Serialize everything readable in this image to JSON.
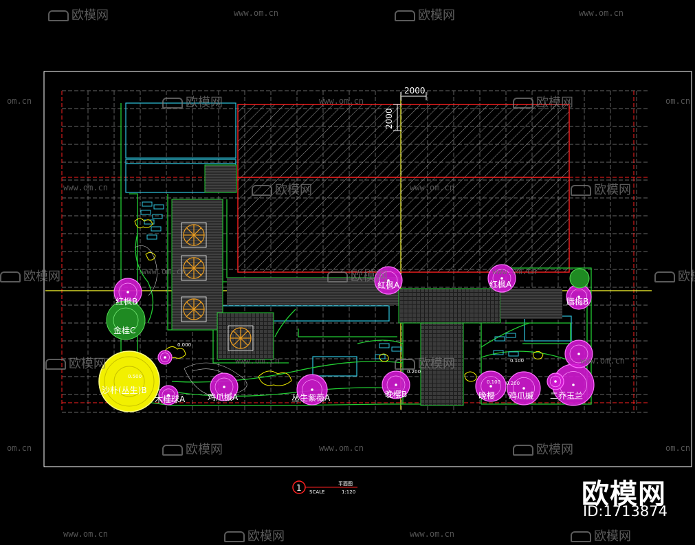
{
  "watermark": {
    "brand": "欧模网",
    "url": "www.om.cn",
    "url_short": "om.cn"
  },
  "brand_corner": {
    "name": "欧模网",
    "id": "ID:1713874"
  },
  "dimensions": {
    "horizontal": "2000",
    "vertical": "2000"
  },
  "elevations": [
    "0.000",
    "0.100",
    "0.100",
    "0.200",
    "0.200",
    "0.500"
  ],
  "plants": [
    {
      "key": "hongfeng_b",
      "label": "红枫B"
    },
    {
      "key": "jingui_c",
      "label": "金桂C"
    },
    {
      "key": "zaopu",
      "label": "沙朴(丛生)B"
    },
    {
      "key": "mujin",
      "label": "木槿球A"
    },
    {
      "key": "jizhuaqi_a",
      "label": "鸡爪槭A"
    },
    {
      "key": "congsheng",
      "label": "丛生紫薇A"
    },
    {
      "key": "wanying_b",
      "label": "晚樱B"
    },
    {
      "key": "hongfeng_a1",
      "label": "红枫A"
    },
    {
      "key": "hongfeng_a2",
      "label": "红枫A"
    },
    {
      "key": "wanying_c",
      "label": "晚樱"
    },
    {
      "key": "jizhuaqi_b",
      "label": "鸡爪槭"
    },
    {
      "key": "erqiao",
      "label": "二乔玉兰"
    },
    {
      "key": "laomao",
      "label": "腊梅B"
    }
  ],
  "title_block": {
    "number": "1",
    "scale_word": "SCALE",
    "ratio": "1:120",
    "name": "平面图"
  },
  "colors": {
    "frame": "#ffffff",
    "grid": "#8a8a8a",
    "building": "#ff2020",
    "paving": "#22cc33",
    "cyan": "#2fc6e0",
    "plant_pink": "#e020e0",
    "yellow_tree": "#f2f000",
    "axis_yellow": "#ffff30"
  }
}
